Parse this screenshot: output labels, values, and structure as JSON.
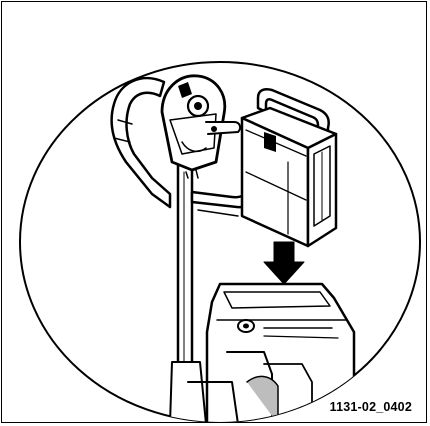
{
  "figure": {
    "code": "1131-02_0402",
    "line_color": "#000000",
    "fill_color": "#ffffff",
    "shade_color": "#bdbdbd",
    "icons": [
      "down-arrow-icon",
      "battery-pack",
      "handle-grip",
      "control-head",
      "battery-dock"
    ]
  }
}
